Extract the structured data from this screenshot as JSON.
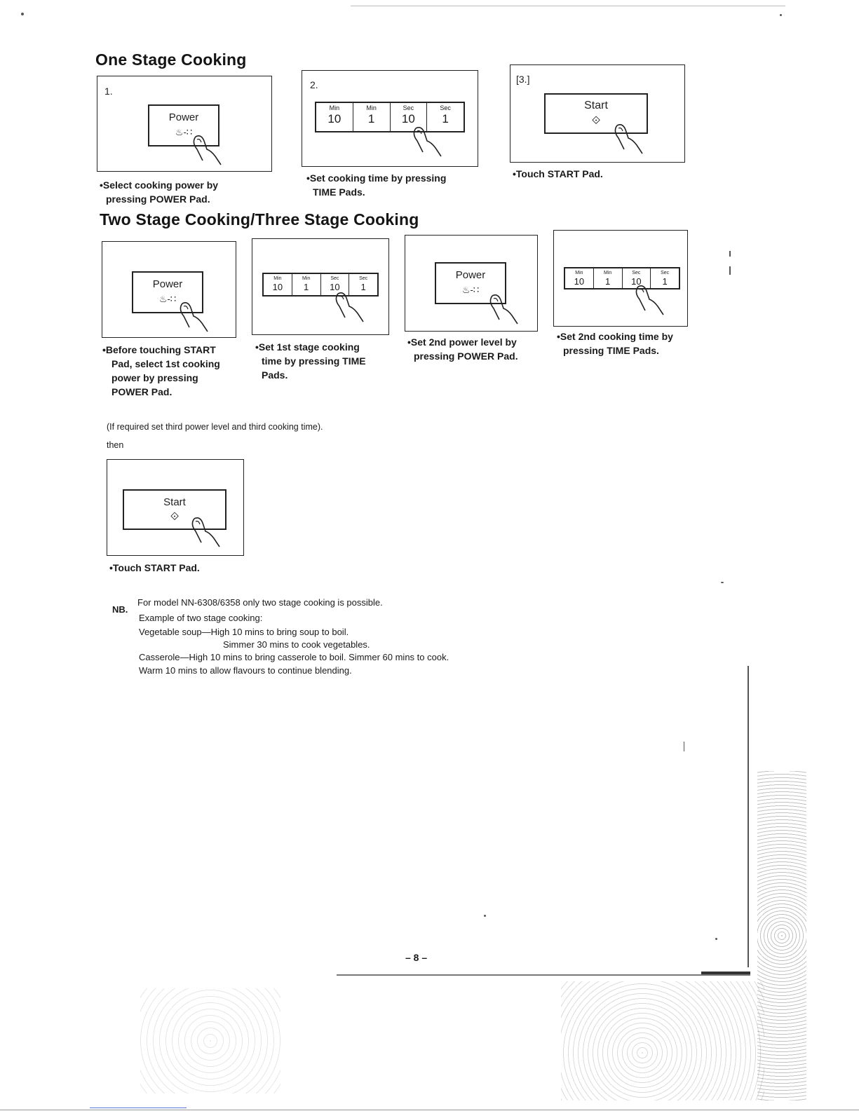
{
  "section_one": {
    "heading": "One Stage Cooking",
    "steps": [
      {
        "number": "1.",
        "caption": [
          "•Select cooking power by",
          "pressing POWER Pad."
        ]
      },
      {
        "number": "2.",
        "caption": [
          "•Set cooking time by pressing",
          "TIME Pads."
        ]
      },
      {
        "number": "[3.]",
        "caption": [
          "•Touch START Pad."
        ]
      }
    ]
  },
  "section_two": {
    "heading": "Two Stage Cooking/Three Stage Cooking",
    "steps": [
      {
        "caption": [
          "•Before touching START",
          "Pad, select 1st cooking",
          "power by pressing",
          "POWER Pad."
        ]
      },
      {
        "caption": [
          "•Set 1st stage cooking",
          "time by pressing TIME",
          "Pads."
        ]
      },
      {
        "caption": [
          "•Set 2nd power level by",
          "pressing POWER Pad."
        ]
      },
      {
        "caption": [
          "•Set 2nd cooking time by",
          "pressing TIME Pads."
        ]
      }
    ],
    "note_line1": "(If required set third power level and third cooking time).",
    "note_line2": "then",
    "final_caption": "•Touch START Pad."
  },
  "pads": {
    "power_label": "Power",
    "power_icon": "power-level-icon",
    "start_label": "Start",
    "start_icon": "start-diamond-icon",
    "time_units": [
      "Min",
      "Min",
      "Sec",
      "Sec"
    ],
    "time_values": [
      "10",
      "1",
      "10",
      "1"
    ]
  },
  "nb_section": {
    "label": "NB.",
    "lines": [
      "For model NN-6308/6358 only two stage cooking is possible.",
      "Example of two stage cooking:",
      "Vegetable soup—High 10 mins to bring soup to boil.",
      "Simmer 30 mins to cook vegetables.",
      "Casserole—High 10 mins to bring casserole to boil. Simmer 60 mins to cook.",
      "Warm 10 mins to allow flavours to continue blending."
    ]
  },
  "page_number": "– 8 –"
}
